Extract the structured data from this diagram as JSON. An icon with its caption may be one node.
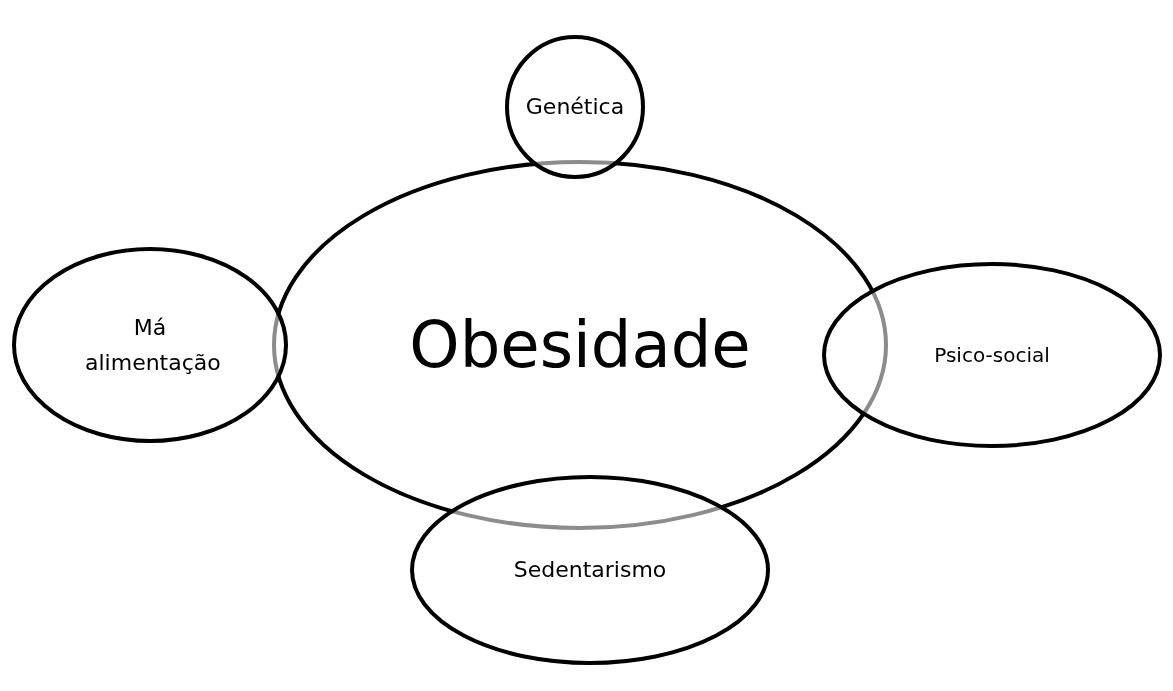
{
  "diagram": {
    "nodes": [
      {
        "text": [
          "Genética"
        ]
      },
      {
        "text": [
          "Má alimentação"
        ]
      },
      {
        "text": [
          "Obesidade"
        ]
      },
      {
        "text": [
          "Psico-social"
        ]
      },
      {
        "text": [
          "Sedentarismo"
        ]
      }
    ]
  }
}
